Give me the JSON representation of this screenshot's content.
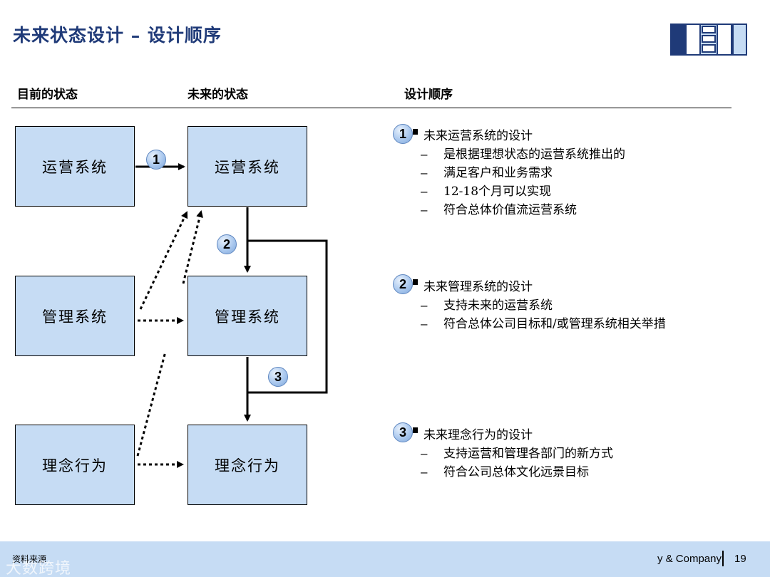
{
  "title": "未来状态设计 – 设计顺序",
  "columns": {
    "current": "目前的状态",
    "future": "未来的状态",
    "sequence": "设计顺序"
  },
  "current_boxes": [
    "运营系统",
    "管理系统",
    "理念行为"
  ],
  "future_boxes": [
    "运营系统",
    "管理系统",
    "理念行为"
  ],
  "flow_badges": [
    "1",
    "2",
    "3"
  ],
  "sections": [
    {
      "number": "1",
      "title": "未来运营系统的设计",
      "bullets": [
        "是根据理想状态的运营系统推出的",
        "满足客户和业务需求",
        "12-18个月可以实现",
        "符合总体价值流运营系统"
      ]
    },
    {
      "number": "2",
      "title": "未来管理系统的设计",
      "bullets": [
        "支持未来的运营系统",
        "符合总体公司目标和/或管理系统相关举措"
      ]
    },
    {
      "number": "3",
      "title": "未来理念行为的设计",
      "bullets": [
        "支持运营和管理各部门的新方式",
        "符合公司总体文化远景目标"
      ]
    }
  ],
  "bullet_dash": "–",
  "footer": {
    "source": "资料来源",
    "company": "y & Company",
    "page": "19",
    "watermark": "大数跨境"
  },
  "colors": {
    "title": "#1f3a78",
    "box_fill": "#c6dcf4",
    "footer_bg": "#c6dcf4"
  }
}
